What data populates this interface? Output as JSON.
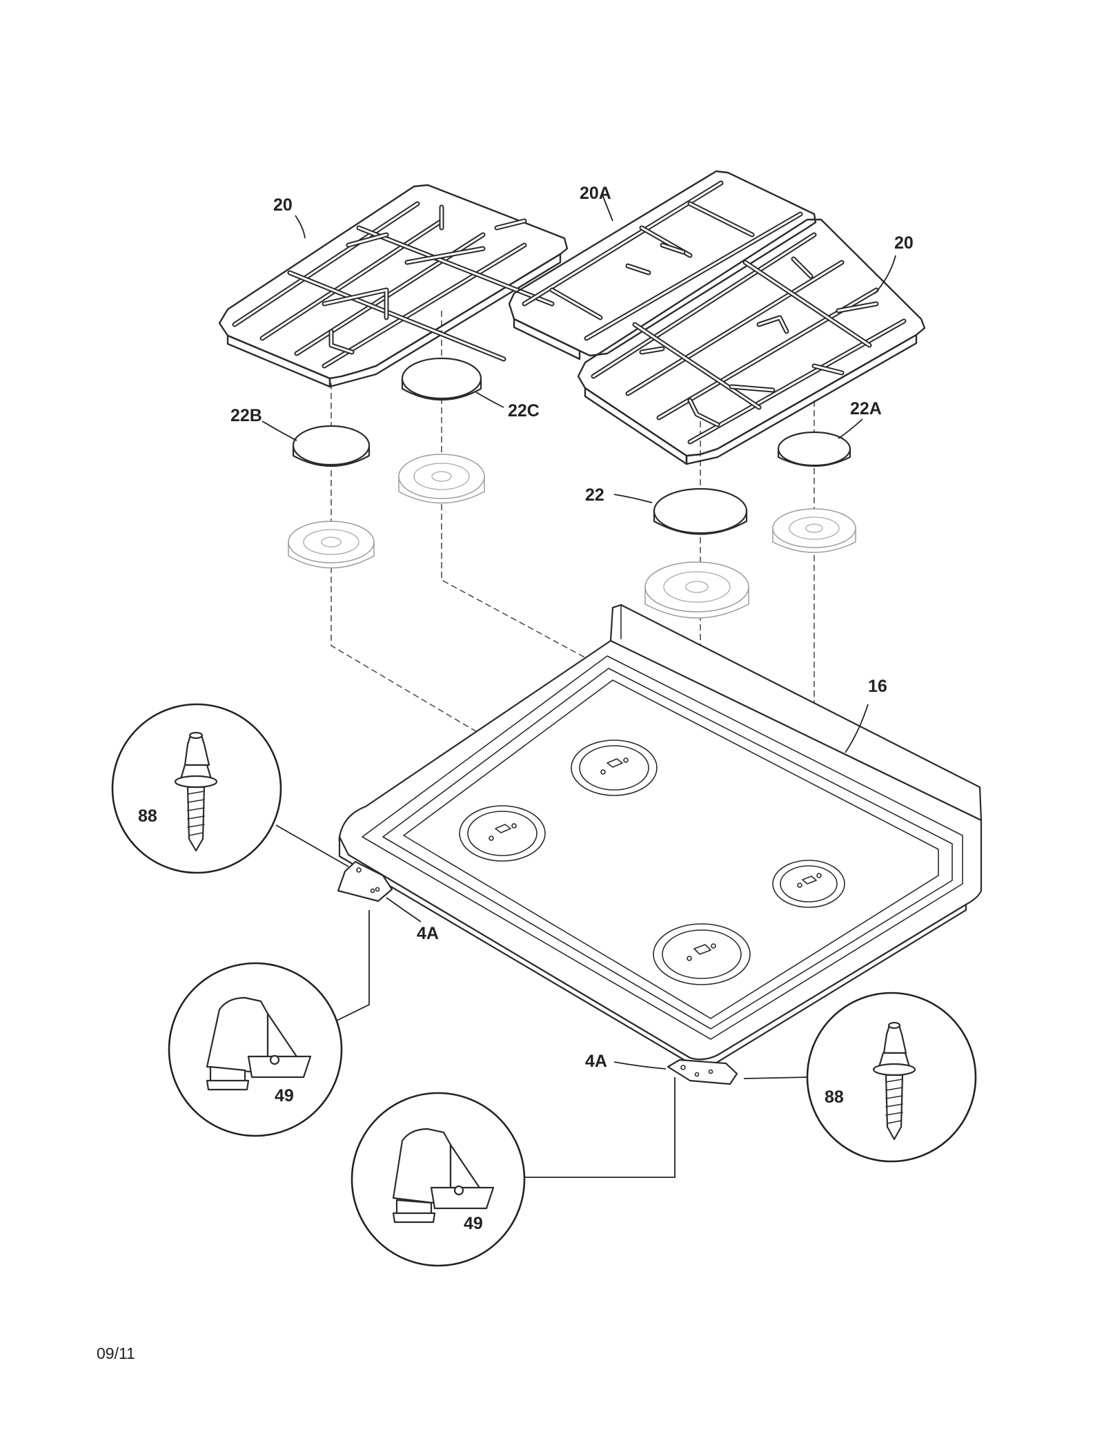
{
  "callouts": {
    "grate_left": "20",
    "grate_center": "20A",
    "grate_right": "20",
    "cap_22b": "22B",
    "cap_22c": "22C",
    "cap_22a": "22A",
    "cap_22": "22",
    "cooktop": "16",
    "screw_left": "88",
    "bracket_left": "4A",
    "clip_left": "49",
    "bracket_right": "4A",
    "screw_right": "88",
    "clip_right": "49"
  },
  "footer": {
    "date_code": "09/11"
  }
}
